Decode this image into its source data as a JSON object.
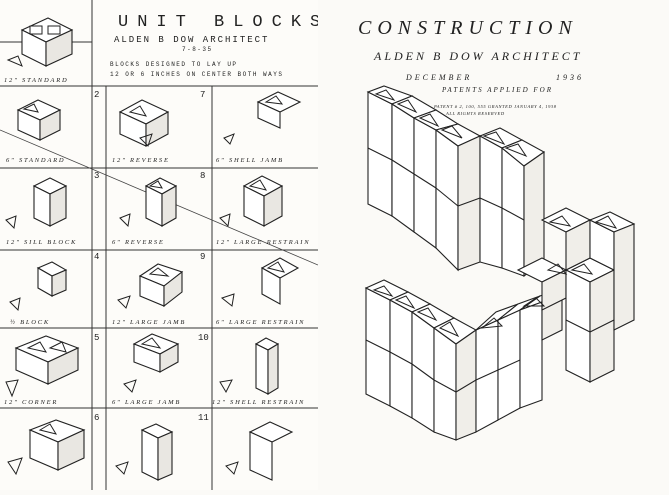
{
  "left_sheet": {
    "title": "UNIT  BLOCKS",
    "architect": "ALDEN B DOW ARCHITECT",
    "date": "7-8-35",
    "note_line1": "BLOCKS DESIGNED TO LAY UP",
    "note_line2": "12 OR 6 INCHES ON CENTER BOTH WAYS",
    "cells": [
      {
        "num": "",
        "caption": "12\" STANDARD"
      },
      {
        "num": "2",
        "caption": "6\" STANDARD"
      },
      {
        "num": "7",
        "caption": "12\" REVERSE"
      },
      {
        "num": "",
        "caption": "6\" SHELL JAMB"
      },
      {
        "num": "3",
        "caption": "12\" SILL BLOCK"
      },
      {
        "num": "8",
        "caption": "6\" REVERSE"
      },
      {
        "num": "",
        "caption": "12\" LARGE RESTRAIN"
      },
      {
        "num": "4",
        "caption": "½ BLOCK"
      },
      {
        "num": "9",
        "caption": "12\" LARGE JAMB"
      },
      {
        "num": "",
        "caption": "6\" LARGE RESTRAIN"
      },
      {
        "num": "5",
        "caption": "12\" CORNER"
      },
      {
        "num": "10",
        "caption": "6\" LARGE JAMB"
      },
      {
        "num": "",
        "caption": "12\" SHELL RESTRAIN"
      },
      {
        "num": "6",
        "caption": ""
      },
      {
        "num": "11",
        "caption": ""
      }
    ]
  },
  "right_sheet": {
    "title": "CONSTRUCTION",
    "architect": "ALDEN B DOW  ARCHITECT",
    "month": "DECEMBER",
    "year": "1936",
    "status": "PATENTS  APPLIED  FOR",
    "patent_line": "PATENT # 2, 100, 555 GRANTED JANUARY 4, 1938",
    "rights": "ALL RIGHTS RESERVED"
  }
}
